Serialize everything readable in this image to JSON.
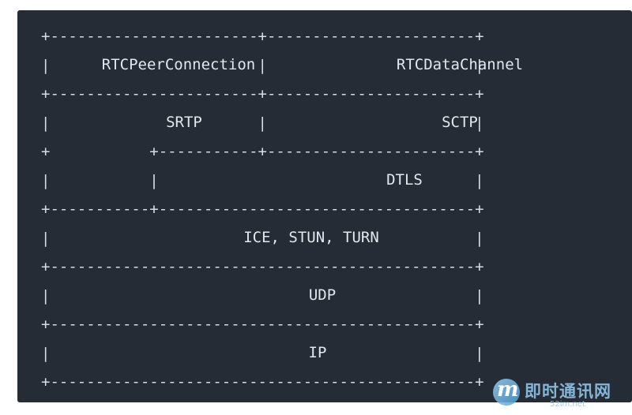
{
  "ascii_rows": [
    "+-----------------------+-----------------------+",
    "|                       |                       |",
    "+-----------------------+-----------------------+",
    "|                       |                       |",
    "+           +-----------+-----------------------+",
    "|           |                                   |",
    "+-----------+-----------------------------------+",
    "|                                               |",
    "+-----------------------------------------------+",
    "|                                               |",
    "+-----------------------------------------------+",
    "|                                               |",
    "+-----------------------------------------------+"
  ],
  "layers": {
    "rtc_peer_connection": "RTCPeerConnection",
    "rtc_data_channel": "RTCDataChannel",
    "srtp": "SRTP",
    "sctp": "SCTP",
    "dtls": "DTLS",
    "ice_stun_turn": "ICE, STUN, TURN",
    "udp": "UDP",
    "ip": "IP"
  },
  "watermark": {
    "title": "即时通讯网",
    "site": "52im.net"
  },
  "colors": {
    "panel_background": "#252c35",
    "text": "#d9dde3",
    "watermark": "#8fc4ea"
  }
}
